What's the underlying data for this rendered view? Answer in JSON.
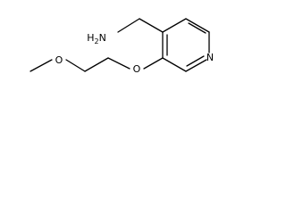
{
  "molecule": {
    "atoms": {
      "amine": "H2N",
      "ether_oxygen_chain": "O",
      "ether_oxygen_ring": "O",
      "ring_nitrogen": "N"
    },
    "colors": {
      "bond": "#000000",
      "label": "#000000",
      "background": "#ffffff"
    }
  }
}
